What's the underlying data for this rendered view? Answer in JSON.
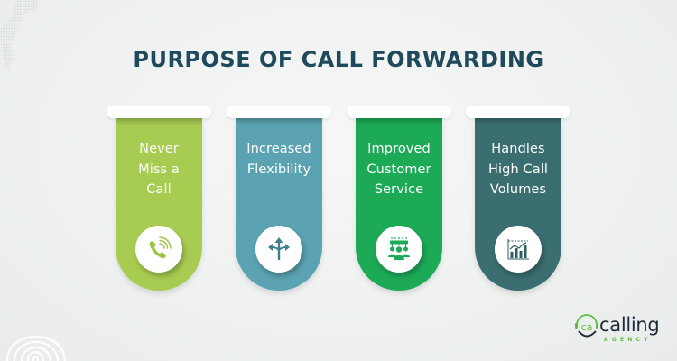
{
  "title": "PURPOSE OF CALL FORWARDING",
  "colors": {
    "title": "#1f4a5b",
    "background": "#eef1f0",
    "card_caps": "#ffffff"
  },
  "cards": [
    {
      "label_lines": [
        "Never",
        "Miss a",
        "Call"
      ],
      "color": "#a8cc52",
      "icon": "phone-ringing-icon",
      "icon_color": "#9cc445"
    },
    {
      "label_lines": [
        "Increased",
        "Flexibility"
      ],
      "color": "#5ba3b2",
      "icon": "split-arrows-icon",
      "icon_color": "#3f7f8e"
    },
    {
      "label_lines": [
        "Improved",
        "Customer",
        "Service"
      ],
      "color": "#1daa57",
      "icon": "customer-group-icon",
      "icon_color": "#1daa57"
    },
    {
      "label_lines": [
        "Handles",
        "High Call",
        "Volumes"
      ],
      "color": "#3b6e70",
      "icon": "growth-chart-icon",
      "icon_color": "#2f5c5e"
    }
  ],
  "logo": {
    "word": "calling",
    "sub": "AGENCY",
    "mark": "ca",
    "accent": "#5cbf3c",
    "dark": "#1e2a36"
  }
}
